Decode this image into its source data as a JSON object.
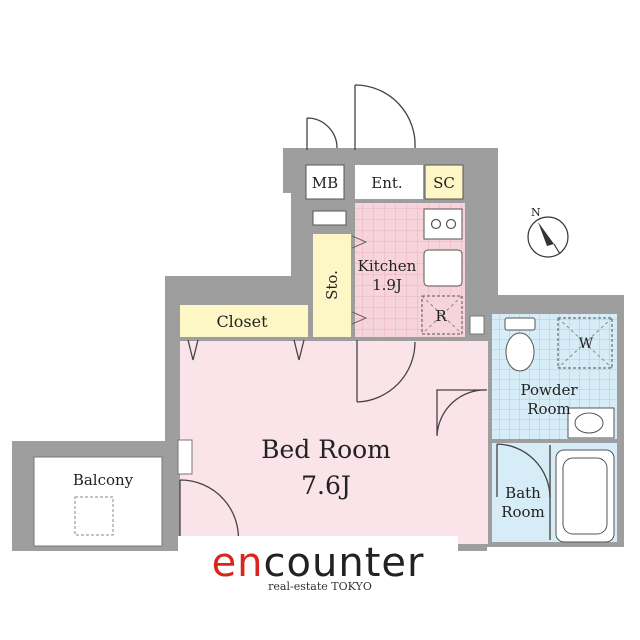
{
  "rooms": {
    "mb": "MB",
    "entrance": "Ent.",
    "sc": "SC",
    "storage": "Sto.",
    "kitchen": "Kitchen",
    "kitchen_size": "1.9J",
    "refrigerator": "R",
    "closet": "Closet",
    "washer": "W",
    "powder_line1": "Powder",
    "powder_line2": "Room",
    "bedroom": "Bed Room",
    "bedroom_size": "7.6J",
    "bath_line1": "Bath",
    "bath_line2": "Room",
    "balcony": "Balcony"
  },
  "compass": {
    "label": "N"
  },
  "logo": {
    "brand_red": "en",
    "brand_black": "counter",
    "tagline": "real-estate TOKYO"
  },
  "colors": {
    "wall": "#9e9e9e",
    "bedroom": "#fbe3ea",
    "kitchen_tile": "#f7d3dc",
    "closet": "#fdf6c5",
    "wet_area": "#d6ecf7",
    "logo_red": "#d8261f",
    "logo_black": "#222222"
  }
}
